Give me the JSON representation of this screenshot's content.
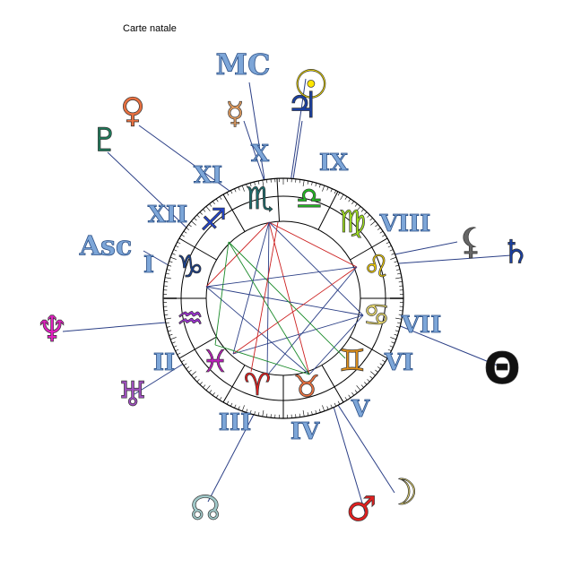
{
  "title": "Carte natale",
  "houses": [
    {
      "numeral": "I"
    },
    {
      "numeral": "II"
    },
    {
      "numeral": "III"
    },
    {
      "numeral": "IV"
    },
    {
      "numeral": "V"
    },
    {
      "numeral": "VI"
    },
    {
      "numeral": "VII"
    },
    {
      "numeral": "VIII"
    },
    {
      "numeral": "IX"
    },
    {
      "numeral": "X"
    },
    {
      "numeral": "XI"
    },
    {
      "numeral": "XII"
    }
  ],
  "signs": [
    {
      "name": "scorpio",
      "symbol": "♏",
      "color": "#1e6e6e"
    },
    {
      "name": "sagittarius",
      "symbol": "♐",
      "color": "#2244cc"
    },
    {
      "name": "capricorn",
      "symbol": "♑",
      "color": "#1a3f8a"
    },
    {
      "name": "aquarius",
      "symbol": "♒",
      "color": "#9b30d0"
    },
    {
      "name": "pisces",
      "symbol": "♓",
      "color": "#c020c0"
    },
    {
      "name": "aries",
      "symbol": "♈",
      "color": "#e02020"
    },
    {
      "name": "taurus",
      "symbol": "♉",
      "color": "#e87040"
    },
    {
      "name": "gemini",
      "symbol": "♊",
      "color": "#e0901a"
    },
    {
      "name": "cancer",
      "symbol": "♋",
      "color": "#f0e070"
    },
    {
      "name": "leo",
      "symbol": "♌",
      "color": "#ffd800"
    },
    {
      "name": "virgo",
      "symbol": "♍",
      "color": "#a0e020"
    },
    {
      "name": "libra",
      "symbol": "♎",
      "color": "#22bb22"
    }
  ],
  "points": [
    {
      "name": "mc",
      "label": "MC",
      "color": "#7da6d8"
    },
    {
      "name": "asc",
      "label": "Asc",
      "color": "#7da6d8"
    },
    {
      "name": "sun",
      "symbol": "☉",
      "color": "#ffe600"
    },
    {
      "name": "jupiter",
      "symbol": "♃",
      "color": "#1a3fa0"
    },
    {
      "name": "venus",
      "symbol": "♀",
      "color": "#e87040"
    },
    {
      "name": "mercury",
      "symbol": "☿",
      "color": "#e8a060"
    },
    {
      "name": "pluto",
      "symbol": "♇",
      "color": "#1e7a5a"
    },
    {
      "name": "neptune",
      "symbol": "♆",
      "color": "#e020c0"
    },
    {
      "name": "uranus",
      "symbol": "♅",
      "color": "#a050c0"
    },
    {
      "name": "node",
      "symbol": "☊",
      "color": "#a0c8c8"
    },
    {
      "name": "mars",
      "symbol": "♂",
      "color": "#e02020"
    },
    {
      "name": "moon",
      "symbol": "☽",
      "color": "#f0e070"
    },
    {
      "name": "lilith",
      "symbol": "⚸",
      "color": "#666666"
    },
    {
      "name": "saturn",
      "symbol": "♄",
      "color": "#1a3fa0"
    },
    {
      "name": "fortune",
      "symbol": "Θ",
      "color": "#111111"
    }
  ]
}
